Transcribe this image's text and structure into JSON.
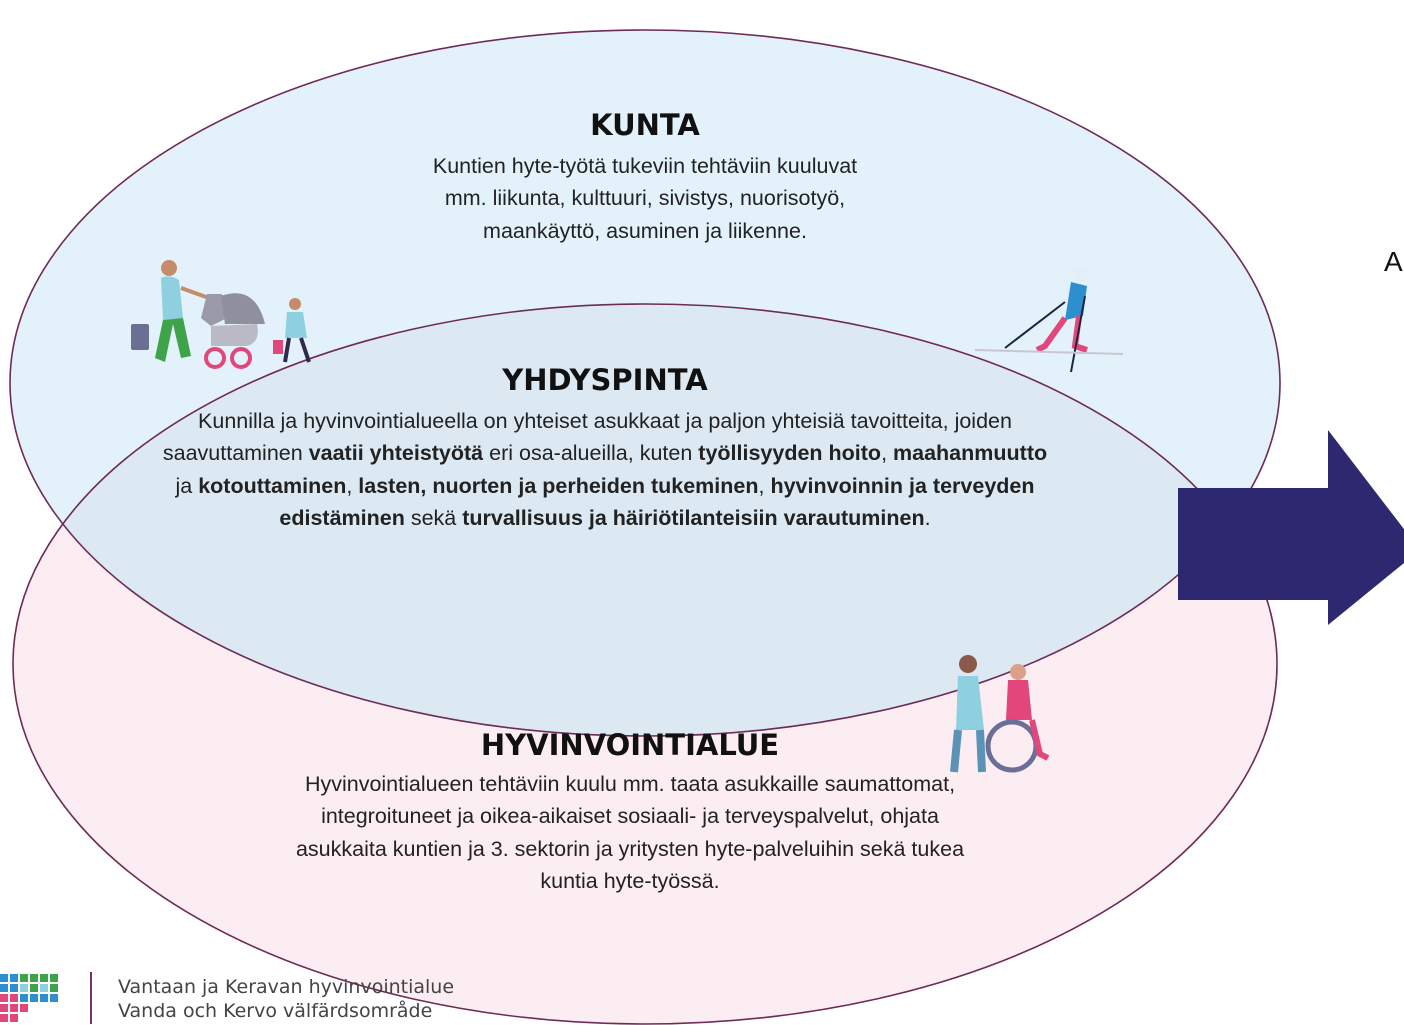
{
  "kunta": {
    "title": "KUNTA",
    "lines": [
      "Kuntien hyte-työtä tukeviin tehtäviin kuuluvat",
      "mm. liikunta, kulttuuri, sivistys, nuorisotyö,",
      "maankäyttö, asuminen ja liikenne."
    ]
  },
  "yhdyspinta": {
    "title": "YHDYSPINTA",
    "segments": [
      {
        "t": "Kunnilla ja hyvinvointialueella on yhteiset asukkaat ja paljon yhteisiä tavoitteita, joiden saavuttaminen ",
        "b": false
      },
      {
        "t": "vaatii yhteistyötä",
        "b": true
      },
      {
        "t": " eri osa-alueilla, kuten ",
        "b": false
      },
      {
        "t": "työllisyyden hoito",
        "b": true
      },
      {
        "t": ", ",
        "b": false
      },
      {
        "t": "maahanmuutto",
        "b": true
      },
      {
        "t": " ja ",
        "b": false
      },
      {
        "t": "kotouttaminen",
        "b": true
      },
      {
        "t": ", ",
        "b": false
      },
      {
        "t": "lasten, nuorten ja perheiden tukeminen",
        "b": true
      },
      {
        "t": ", ",
        "b": false
      },
      {
        "t": "hyvinvoinnin ja terveyden edistäminen",
        "b": true
      },
      {
        "t": " sekä ",
        "b": false
      },
      {
        "t": "turvallisuus ja häiriötilanteisiin varautuminen",
        "b": true
      },
      {
        "t": ".",
        "b": false
      }
    ]
  },
  "hyvinvointialue": {
    "title": "HYVINVOINTIALUE",
    "lines": [
      "Hyvinvointialueen tehtäviin kuulu mm. taata asukkaille saumattomat,",
      "integroituneet ja oikea-aikaiset sosiaali- ja terveyspalvelut, ohjata",
      "asukkaita kuntien ja 3. sektorin ja yritysten hyte-palveluihin sekä tukea",
      "kuntia hyte-työssä."
    ]
  },
  "cut_letter": "A",
  "logo": {
    "line1": "Vantaan ja Keravan hyvinvointialue",
    "line2": "Vanda och Kervo välfärdsområde"
  },
  "colors": {
    "ellipse_top_fill": "#e3f1fa",
    "ellipse_bottom_fill": "#fbedf2",
    "overlap_fill": "#dde9f2",
    "ellipse_stroke": "#6e2b56",
    "arrow": "#2e2870"
  },
  "icons": [
    "family-stroller-icon",
    "skier-icon",
    "caregiver-wheelchair-icon"
  ]
}
